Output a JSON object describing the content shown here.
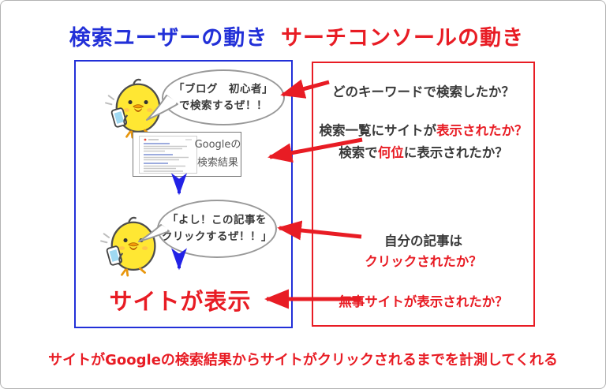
{
  "titles": {
    "left": "検索ユーザーの動き",
    "right": "サーチコンソールの動き"
  },
  "user_flow": {
    "bubble1": {
      "line1": "「ブログ　初心者」",
      "line2": "で検索するぜ！！"
    },
    "google_result": {
      "line1": "Googleの",
      "line2": "検索結果"
    },
    "bubble2": {
      "line1": "「よし！この記事を",
      "line2": "クリックするぜ！！」"
    },
    "result": "サイトが表示"
  },
  "console_flow": {
    "q1": "どのキーワードで検索したか？",
    "q2": {
      "dark": "検索一覧にサイトが",
      "red": "表示されたか？"
    },
    "q3": {
      "pre": "検索で",
      "red": "何位",
      "post": "に表示されたか？"
    },
    "q4": {
      "dark": "自分の記事は",
      "red": "クリックされたか？"
    },
    "q5": "無事サイトが表示されたか？"
  },
  "footer": "サイトがGoogleの検索結果からサイトがクリックされるまでを計測してくれる",
  "icons": {
    "chick": "chick-with-smartphone-icon",
    "thumbnail": "google-serp-thumbnail"
  },
  "colors": {
    "blue": "#2230d8",
    "red": "#e81c24",
    "arrow_blue": "#2222e6",
    "dark_text": "#3a3a3a",
    "chick_yellow": "#ffe733"
  }
}
